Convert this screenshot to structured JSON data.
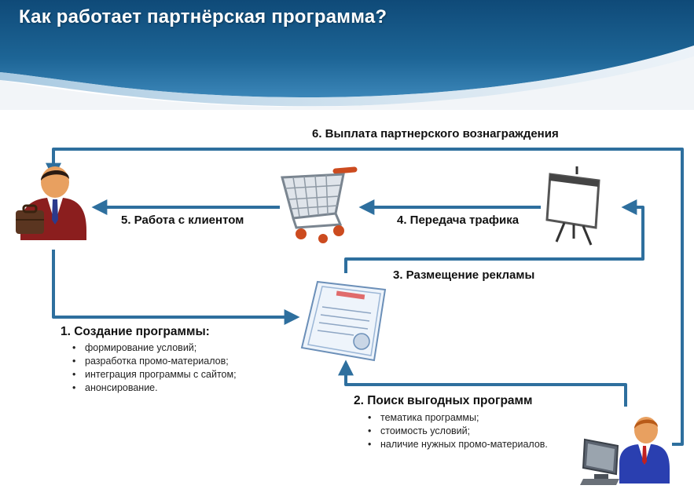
{
  "slide": {
    "title": "Как работает партнёрская программа?",
    "colors": {
      "header": "#1d5f8f",
      "arrow": "#2e6f9e"
    }
  },
  "steps": {
    "step1": {
      "title": "1. Создание программы:",
      "items": [
        "формирование условий;",
        "разработка промо-материалов;",
        "интеграция программы с сайтом;",
        "анонсирование."
      ]
    },
    "step2": {
      "title": "2. Поиск выгодных программ",
      "items": [
        "тематика программы;",
        "стоимость условий;",
        "наличие нужных промо-материалов."
      ]
    },
    "step3": {
      "title": "3. Размещение рекламы"
    },
    "step4": {
      "title": "4. Передача трафика"
    },
    "step5": {
      "title": "5. Работа с клиентом"
    },
    "step6": {
      "title": "6. Выплата партнерского вознаграждения"
    }
  },
  "icons": [
    "businessman-icon",
    "shopping-cart-icon",
    "presentation-board-icon",
    "certificate-icon",
    "computer-user-icon"
  ]
}
